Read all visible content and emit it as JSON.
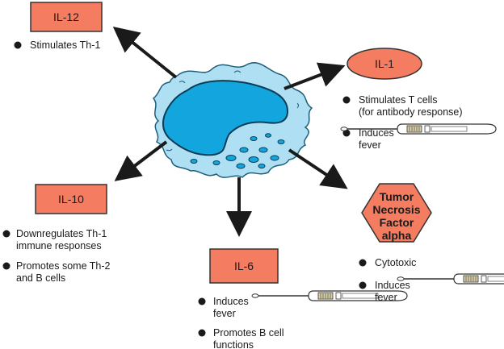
{
  "colors": {
    "box_fill": "#f47c60",
    "box_stroke": "#333333",
    "cell_body": "#aedff3",
    "nucleus": "#13a5de",
    "arrow": "#1a1a1a"
  },
  "cytokines": {
    "il12": {
      "label": "IL-12",
      "effects": [
        "Stimulates Th-1"
      ]
    },
    "il1": {
      "label": "IL-1",
      "effects": [
        {
          "lines": [
            "Stimulates T cells",
            "(for antibody response)"
          ]
        },
        {
          "lines": [
            "Induces",
            "fever"
          ]
        }
      ]
    },
    "il10": {
      "label": "IL-10",
      "effects": [
        {
          "lines": [
            "Downregulates Th-1",
            "immune responses"
          ]
        },
        {
          "lines": [
            "Promotes some Th-2",
            "and B cells"
          ]
        }
      ]
    },
    "il6": {
      "label": "IL-6",
      "effects": [
        {
          "lines": [
            "Induces",
            "fever"
          ]
        },
        {
          "lines": [
            "Promotes B cell",
            "functions"
          ]
        }
      ]
    },
    "tnf": {
      "label_lines": [
        "Tumor",
        "Necrosis",
        "Factor",
        "alpha"
      ],
      "effects": [
        {
          "lines": [
            "Cytotoxic"
          ]
        },
        {
          "lines": [
            "Induces",
            "fever"
          ]
        }
      ]
    }
  },
  "icons": [
    "macrophage-cell-icon",
    "thermometer-icon"
  ]
}
